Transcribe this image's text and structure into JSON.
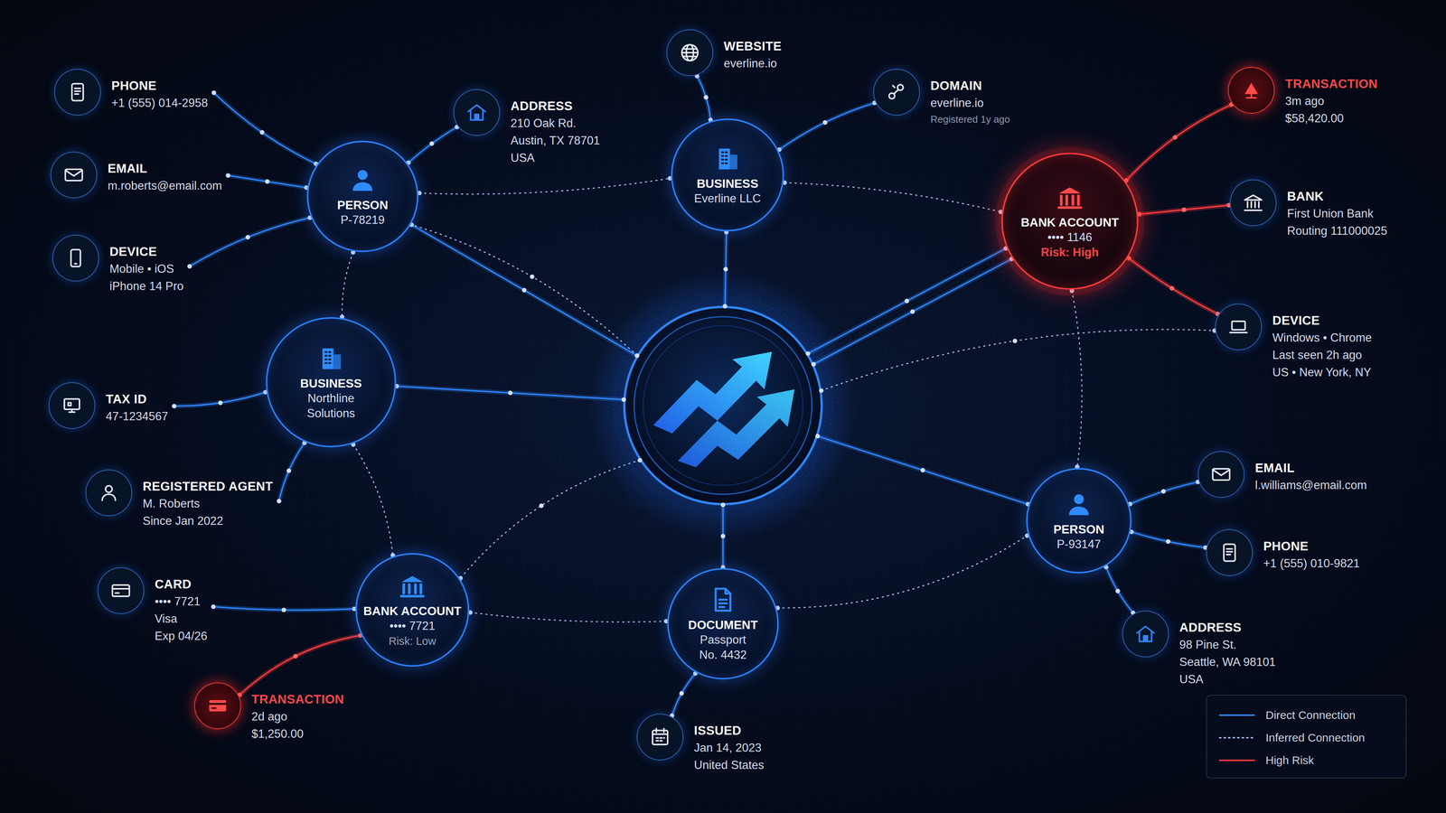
{
  "diagram": {
    "nodes": [
      {
        "text": [
          "PHONE",
          "+1 (555) 014-2958"
        ]
      },
      {
        "text": [
          "WEBSITE",
          "everline.io"
        ]
      },
      {
        "text": [
          "ADDRESS",
          "210 Oak Rd.",
          "Austin, TX 78701",
          "USA"
        ]
      },
      {
        "text": [
          "DOMAIN",
          "everline.io",
          "Registered 1y ago"
        ]
      },
      {
        "text": [
          "TRANSACTION",
          "3m ago",
          "$58,420.00"
        ]
      },
      {
        "text": [
          "EMAIL",
          "m.roberts@email.com"
        ]
      },
      {
        "text": [
          "PERSON",
          "P-78219"
        ]
      },
      {
        "text": [
          "BUSINESS",
          "Everline LLC"
        ]
      },
      {
        "text": [
          "BANK ACCOUNT",
          "•••• 1146",
          "Risk: High"
        ]
      },
      {
        "text": [
          "BANK",
          "First Union Bank",
          "Routing 111000025"
        ]
      },
      {
        "text": [
          "DEVICE",
          "Mobile • iOS",
          "iPhone 14 Pro"
        ]
      },
      {
        "text": [
          "DEVICE",
          "Windows • Chrome",
          "Last seen 2h ago",
          "US • New York, NY"
        ]
      },
      {
        "text": [
          "BUSINESS",
          "Northline Solutions"
        ]
      },
      {
        "text": [
          "TAX ID",
          "47-1234567"
        ]
      },
      {
        "text": [
          "EMAIL",
          "l.williams@email.com"
        ]
      },
      {
        "text": [
          "REGISTERED AGENT",
          "M. Roberts",
          "Since Jan 2022"
        ]
      },
      {
        "text": [
          "PERSON",
          "P-93147"
        ]
      },
      {
        "text": [
          "PHONE",
          "+1 (555) 010-9821"
        ]
      },
      {
        "text": [
          "CARD",
          "•••• 7721",
          "Visa",
          "Exp 04/26"
        ]
      },
      {
        "text": [
          "BANK ACCOUNT",
          "•••• 7721",
          "Risk: Low"
        ]
      },
      {
        "text": [
          "DOCUMENT",
          "Passport",
          "No. 4432"
        ]
      },
      {
        "text": [
          "ADDRESS",
          "98 Pine St.",
          "Seattle, WA 98101",
          "USA"
        ]
      },
      {
        "text": [
          "TRANSACTION",
          "2d ago",
          "$1,250.00"
        ]
      },
      {
        "text": [
          "ISSUED",
          "Jan 14, 2023",
          "United States"
        ]
      }
    ],
    "edges": [
      {
        "from": 0,
        "to": 6,
        "arrow": "none"
      },
      {
        "from": 5,
        "to": 6,
        "arrow": "none"
      },
      {
        "from": 10,
        "to": 6,
        "arrow": "none"
      },
      {
        "from": 2,
        "to": 6,
        "arrow": "none"
      },
      {
        "from": 1,
        "to": 7,
        "arrow": "none"
      },
      {
        "from": 3,
        "to": 7,
        "arrow": "none"
      },
      {
        "from": 4,
        "to": 8,
        "arrow": "none"
      },
      {
        "from": 9,
        "to": 8,
        "arrow": "none"
      },
      {
        "from": 11,
        "to": 8,
        "arrow": "none"
      },
      {
        "from": 13,
        "to": 12,
        "arrow": "none"
      },
      {
        "from": 15,
        "to": 12,
        "arrow": "none"
      },
      {
        "from": 14,
        "to": 16,
        "arrow": "none"
      },
      {
        "from": 17,
        "to": 16,
        "arrow": "none"
      },
      {
        "from": 21,
        "to": 16,
        "arrow": "none"
      },
      {
        "from": 18,
        "to": 19,
        "arrow": "none"
      },
      {
        "from": 22,
        "to": 19,
        "arrow": "none"
      },
      {
        "from": 23,
        "to": 20,
        "arrow": "none"
      },
      {
        "from": 6,
        "to": 7,
        "arrow": "none"
      },
      {
        "from": 7,
        "to": 8,
        "arrow": "none"
      },
      {
        "from": 6,
        "to": 12,
        "arrow": "none"
      },
      {
        "from": 12,
        "to": 19,
        "arrow": "none"
      },
      {
        "from": 19,
        "to": 20,
        "arrow": "none"
      },
      {
        "from": 20,
        "to": 16,
        "arrow": "none"
      },
      {
        "from": 8,
        "to": 16,
        "arrow": "none"
      }
    ],
    "legend": [
      {
        "text": "Direct Connection"
      },
      {
        "text": "Inferred Connection"
      },
      {
        "text": "High Risk"
      }
    ]
  }
}
